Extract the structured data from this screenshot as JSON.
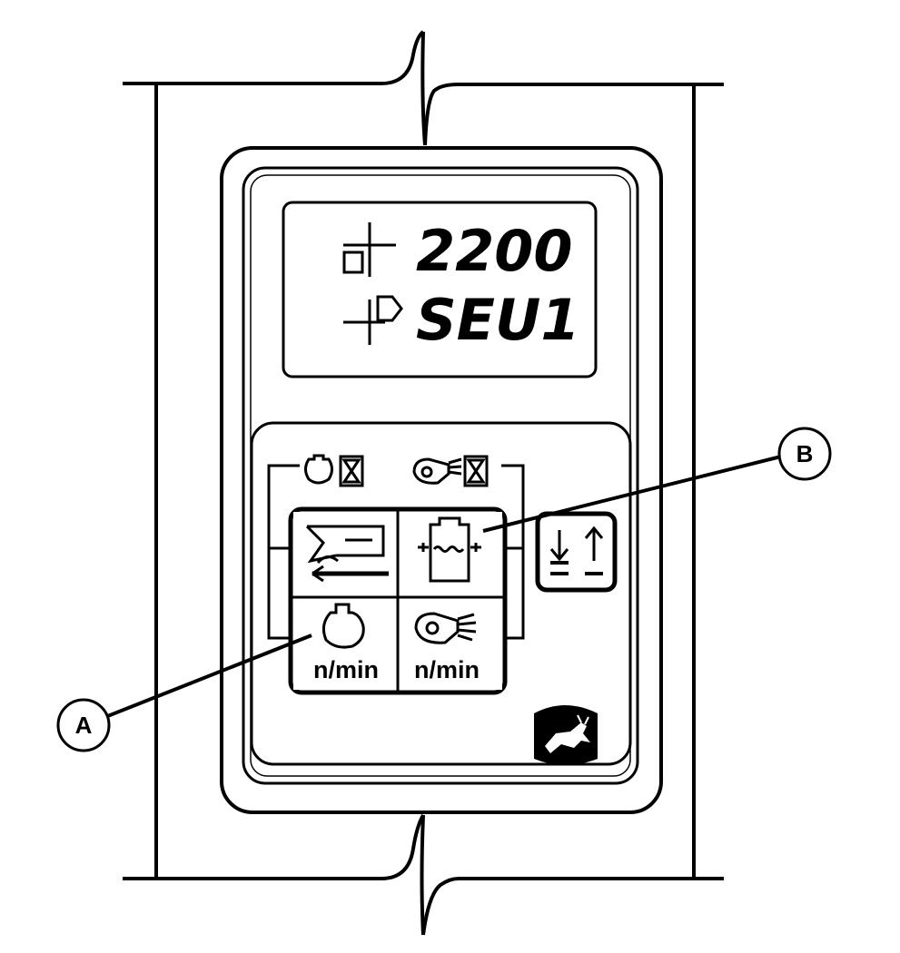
{
  "display": {
    "line1_value": "2200",
    "line2_value": "SEU1"
  },
  "buttons": {
    "engine_speed_label": "n/min",
    "fan_speed_label": "n/min"
  },
  "callouts": {
    "a": "A",
    "b": "B"
  },
  "icons": {
    "display_line1": "axis-square-icon",
    "display_line2": "axis-arrow-icon",
    "indicator_left": "engine-hourglass-icon",
    "indicator_right": "fan-hourglass-icon",
    "header_button": "header-icon",
    "heater_button": "heater-icon",
    "engine_button": "engine-icon",
    "fan_button": "fan-icon",
    "raise_lower_button": "raise-lower-arrows-icon",
    "logo": "deer-logo-icon"
  },
  "colors": {
    "line": "#000000",
    "background": "#ffffff",
    "logo_fill": "#000000"
  }
}
